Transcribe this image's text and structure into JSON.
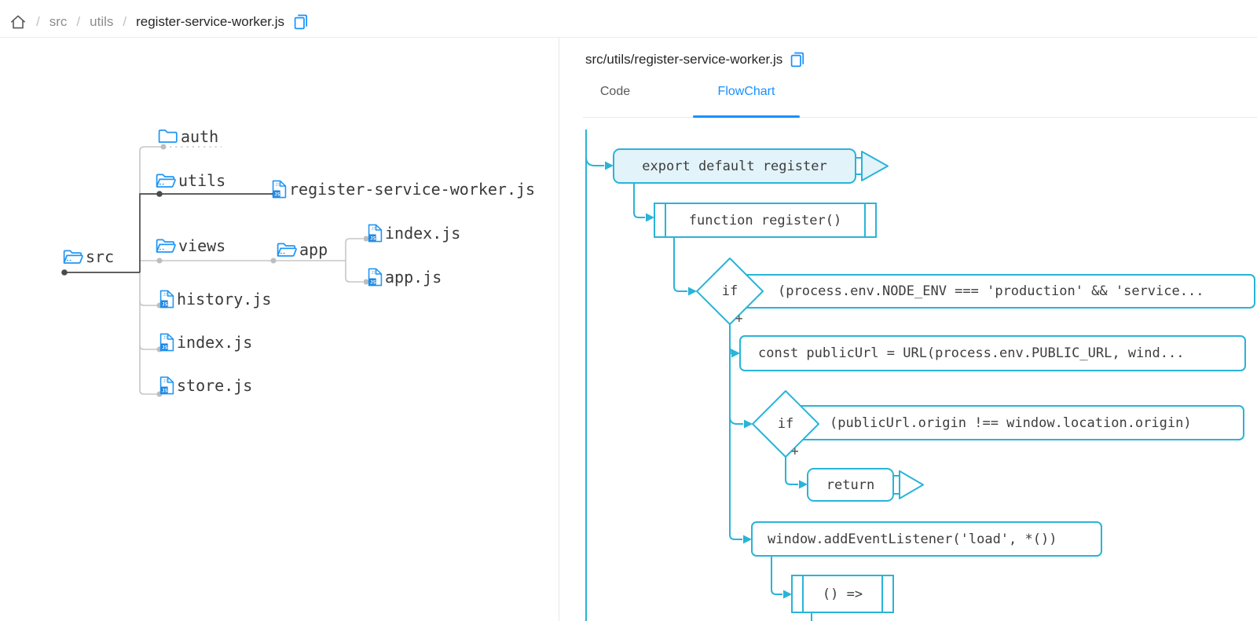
{
  "breadcrumb": {
    "separator": "/",
    "items": [
      "src",
      "utils",
      "register-service-worker.js"
    ]
  },
  "file_panel": {
    "title": "src/utils/register-service-worker.js",
    "tabs": {
      "code": "Code",
      "flowchart": "FlowChart"
    }
  },
  "tree": {
    "nodes": {
      "src": "src",
      "auth": "auth",
      "utils": "utils",
      "register_service_worker": "register-service-worker.js",
      "views": "views",
      "app": "app",
      "app_index": "index.js",
      "app_js": "app.js",
      "history": "history.js",
      "index": "index.js",
      "store": "store.js"
    }
  },
  "flowchart": {
    "export_node": "export default register",
    "function_node": "function register()",
    "if1": "if",
    "if1_condition": "(process.env.NODE_ENV === 'production' && 'service...",
    "const_node": "const publicUrl = URL(process.env.PUBLIC_URL, wind...",
    "if2": "if",
    "if2_condition": "(publicUrl.origin !== window.location.origin)",
    "return_node": "return",
    "listener_node": "window.addEventListener('load', *())",
    "arrow_fn_node": "() =>",
    "branch_plus": "+"
  },
  "colors": {
    "accent_blue": "#1890ff",
    "flow_stroke": "#29b4d8",
    "flow_fill": "#e2f3fa",
    "folder_blue": "#2196f3"
  }
}
